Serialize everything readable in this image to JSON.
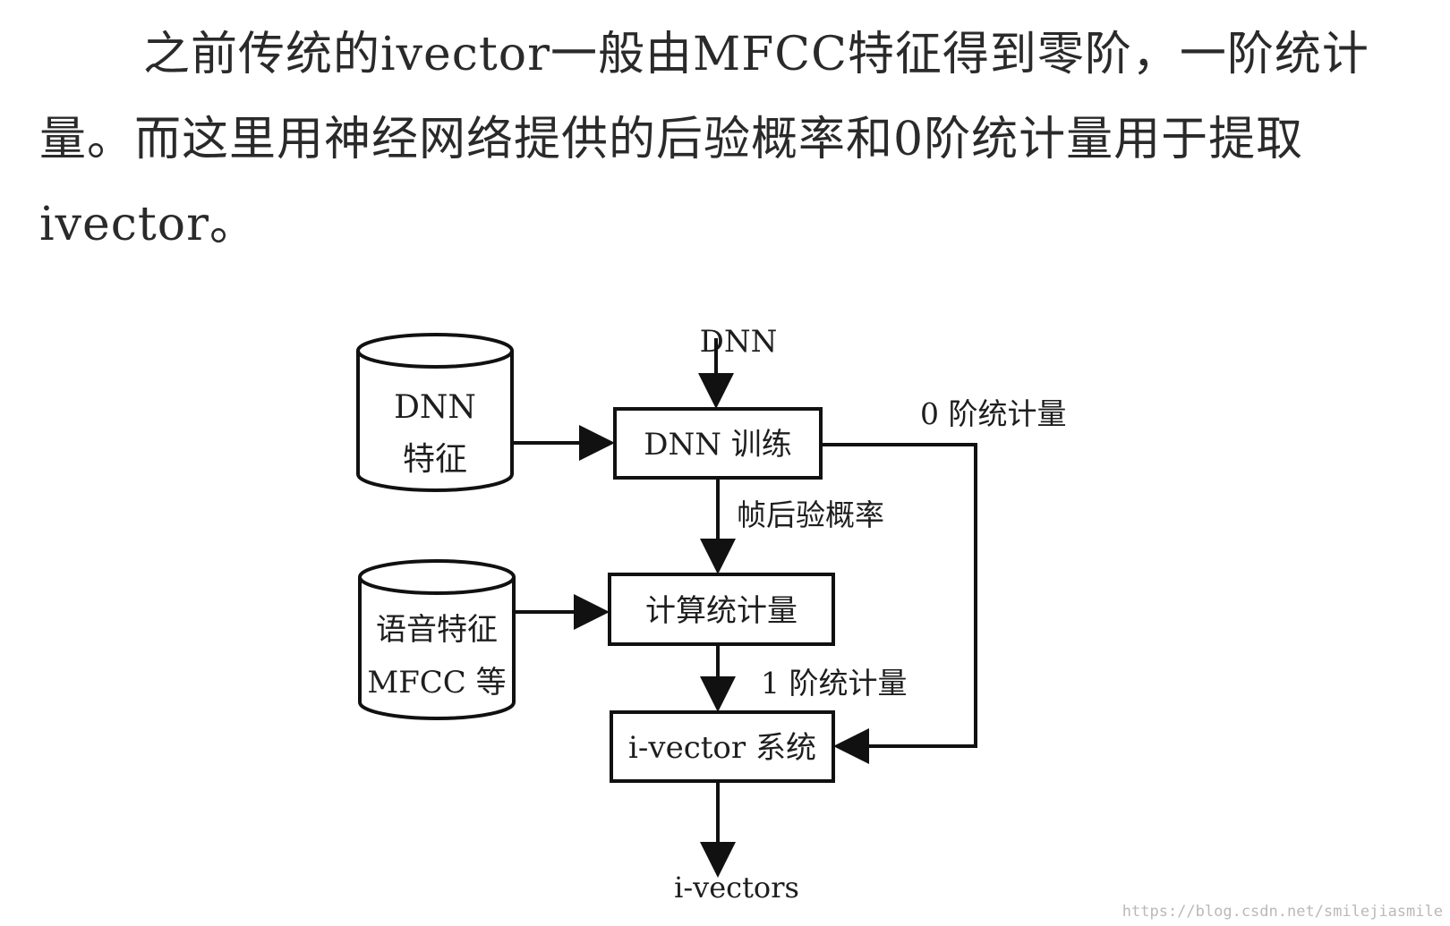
{
  "paragraph": "之前传统的ivector一般由MFCC特征得到零阶，一阶统计量。而这里用神经网络提供的后验概率和0阶统计量用于提取ivector。",
  "diagram": {
    "dnn_input_label": "DNN",
    "db_dnn_features": [
      "DNN",
      "特征"
    ],
    "db_speech_features": [
      "语音特征",
      "MFCC 等"
    ],
    "box_dnn_training": "DNN 训练",
    "box_compute_stats": "计算统计量",
    "box_ivector_system": "i-vector 系统",
    "edge_frame_posterior": "帧后验概率",
    "edge_zero_order": "0 阶统计量",
    "edge_first_order": "1 阶统计量",
    "output_label": "i-vectors"
  },
  "watermark": "https://blog.csdn.net/smilejiasmile"
}
